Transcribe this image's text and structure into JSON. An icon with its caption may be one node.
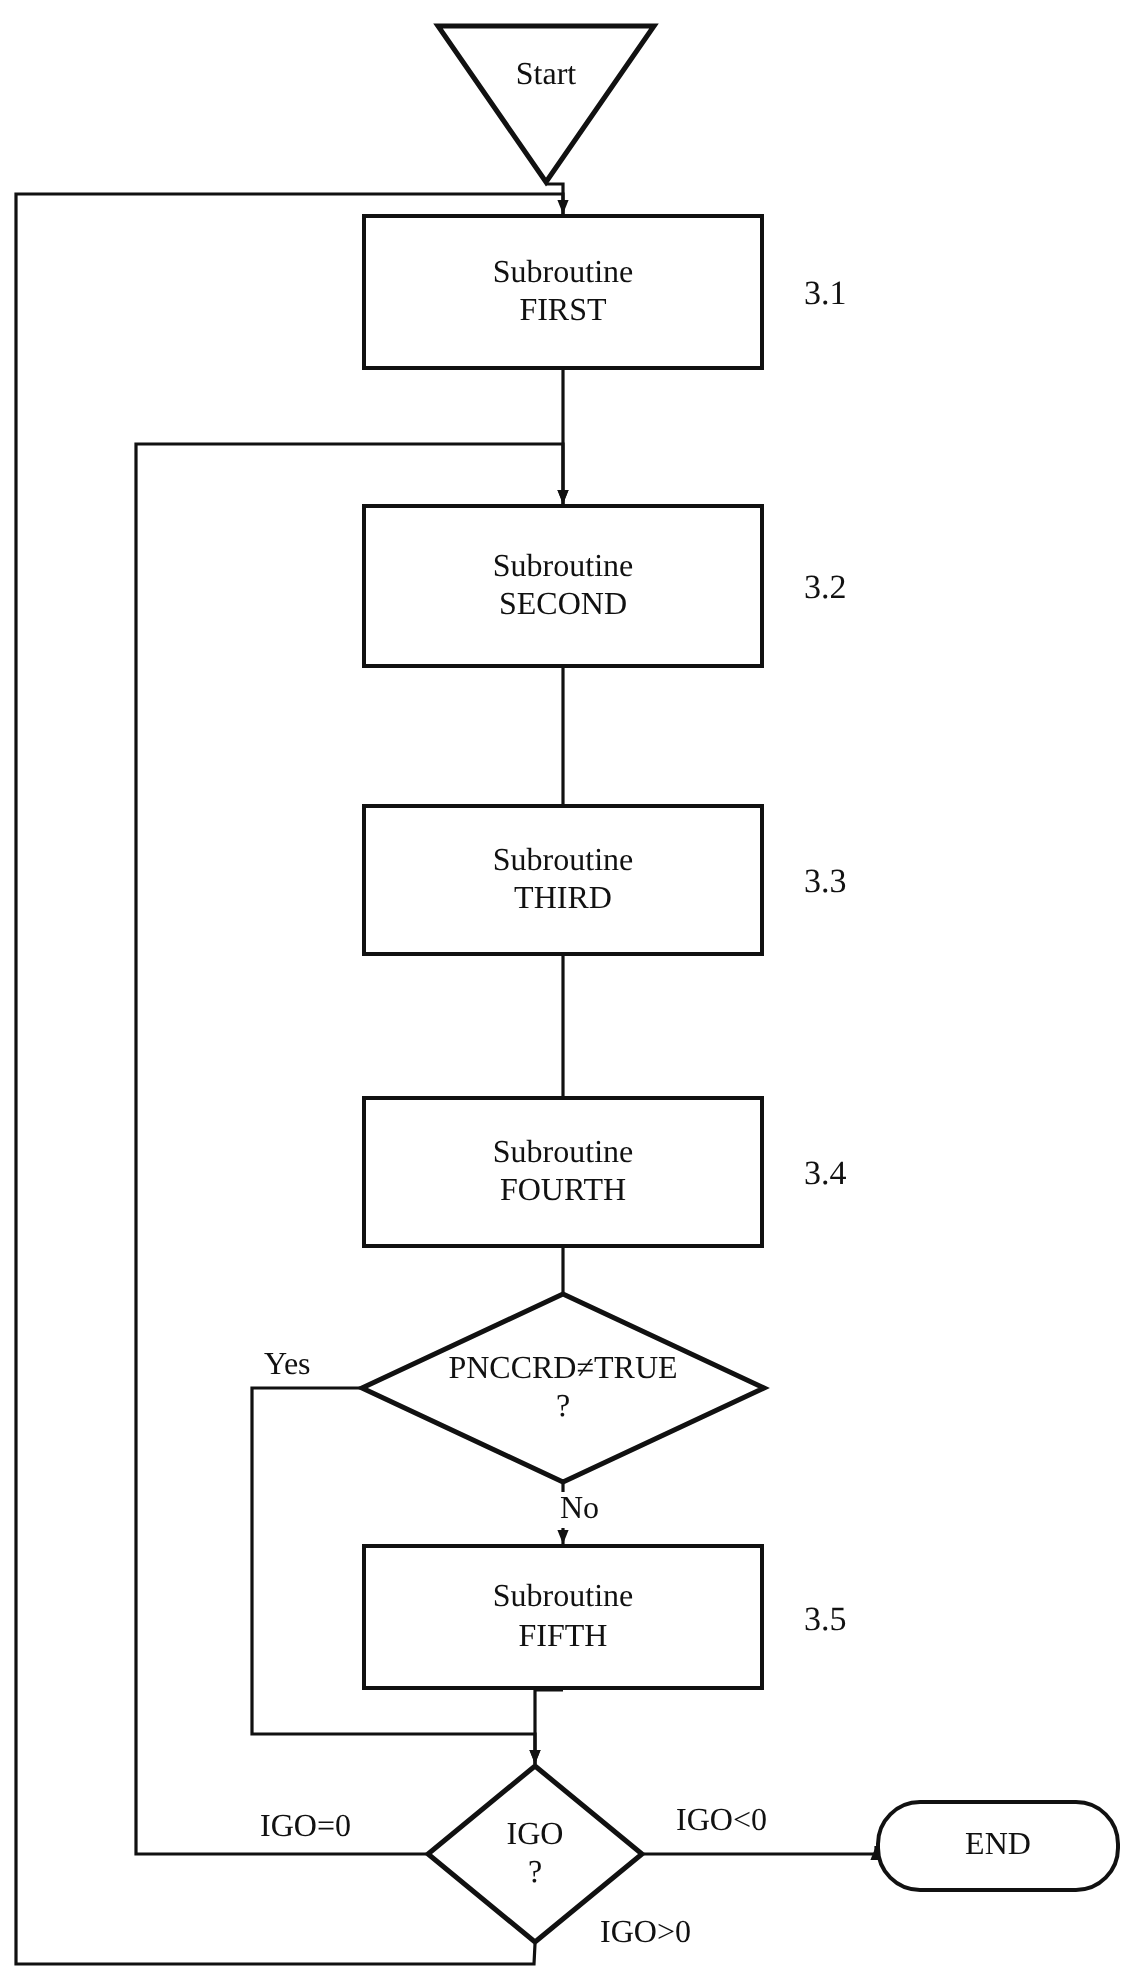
{
  "diagram": {
    "nodes": [
      {
        "text": [
          "Start"
        ]
      },
      {
        "text": [
          "Subroutine FIRST"
        ],
        "beside": [
          "3.1"
        ]
      },
      {
        "text": [
          "Subroutine SECOND"
        ],
        "beside": [
          "3.2"
        ]
      },
      {
        "text": [
          "Subroutine THIRD"
        ],
        "beside": [
          "3.3"
        ]
      },
      {
        "text": [
          "Subroutine FOURTH"
        ],
        "beside": [
          "3.4"
        ]
      },
      {
        "text": [
          "PNCCRD≠TRUE ?"
        ]
      },
      {
        "text": [
          "Subroutine FIFTH"
        ],
        "beside": [
          "3.5"
        ]
      },
      {
        "text": [
          "IGO ?"
        ]
      },
      {
        "text": [
          "END"
        ]
      }
    ],
    "edges": [
      {
        "from": 0,
        "to": 1,
        "arrow": "none"
      },
      {
        "from": 1,
        "to": 2,
        "arrow": "to"
      },
      {
        "from": 2,
        "to": 3,
        "arrow": "none"
      },
      {
        "from": 3,
        "to": 4,
        "arrow": "none"
      },
      {
        "from": 4,
        "to": 5,
        "arrow": "none"
      },
      {
        "from": 5,
        "to": 6,
        "label": "No",
        "arrow": "to"
      },
      {
        "from": 5,
        "to": 7,
        "label": "Yes",
        "arrow": "to"
      },
      {
        "from": 6,
        "to": 7,
        "arrow": "to"
      },
      {
        "from": 7,
        "to": 8,
        "label": "IGO<0",
        "arrow": "to"
      },
      {
        "from": 7,
        "to": 2,
        "label": "IGO=0",
        "arrow": "to"
      },
      {
        "from": 7,
        "to": 1,
        "label": "IGO>0",
        "arrow": "to"
      }
    ]
  }
}
